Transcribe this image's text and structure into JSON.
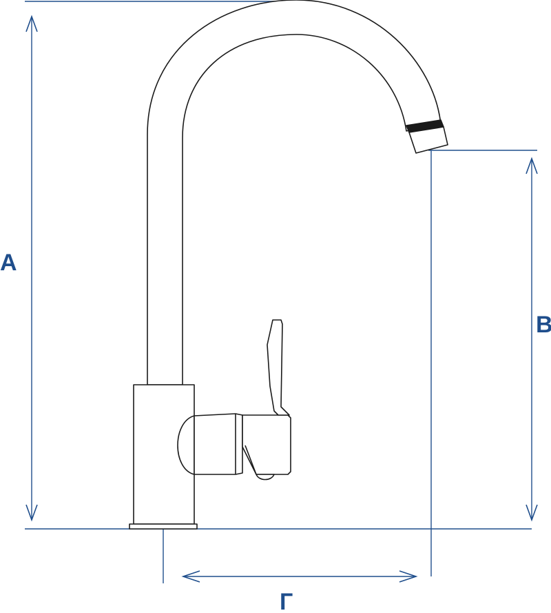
{
  "diagram": {
    "labels": {
      "height_total": "А",
      "spout_height": "В",
      "spout_reach": "Г"
    },
    "colors": {
      "dimension": "#1f4e8c",
      "outline": "#1a1a1a",
      "background": "#ffffff"
    }
  }
}
